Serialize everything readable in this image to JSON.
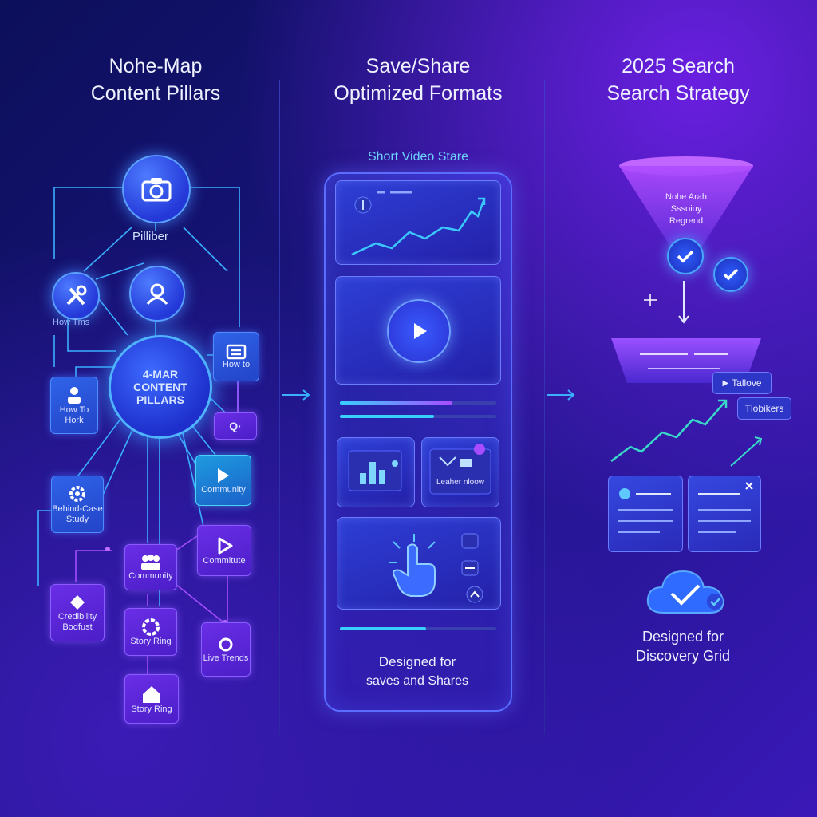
{
  "columns": [
    {
      "title_line1": "Nohe-Map",
      "title_line2": "Content Pillars"
    },
    {
      "title_line1": "Save/Share",
      "title_line2": "Optimized Formats"
    },
    {
      "title_line1": "2025 Search",
      "title_line2": "Search Strategy"
    }
  ],
  "left": {
    "top_node_label": "Pilliber",
    "tools_label": "How Tms",
    "hub_line1": "4-MAR",
    "hub_line2": "CONTENT",
    "hub_line3": "PILLARS",
    "nodes": [
      {
        "label": "How to"
      },
      {
        "label": "How To Hork"
      },
      {
        "label": "Q·"
      },
      {
        "label": "Community"
      },
      {
        "label": "Behind-Case Study"
      },
      {
        "label": "Community"
      },
      {
        "label": "Commitute"
      },
      {
        "label": "Credibility Bodfust"
      },
      {
        "label": "Story Ring"
      },
      {
        "label": "Live Trends"
      },
      {
        "label": "Story Ring"
      }
    ]
  },
  "middle": {
    "header": "Short Video Stare",
    "card_right_label": "Leaher nloow",
    "caption_line1": "Designed for",
    "caption_line2": "saves and Shares",
    "progress": [
      0.72,
      0.6,
      0.55
    ]
  },
  "right": {
    "funnel_line1": "Nohe Arah",
    "funnel_line2": "Sssoiuy",
    "funnel_line3": "Regrend",
    "tag1": "Tallove",
    "tag2": "Tlobikers",
    "caption_line1": "Designed for",
    "caption_line2": "Discovery Grid"
  },
  "colors": {
    "accent_blue": "#3ab0ff",
    "accent_purple": "#a64dff",
    "background": "#1a1580"
  },
  "icons": [
    "camera-icon",
    "user-icon",
    "tools-icon",
    "play-icon",
    "hand-pointer-icon",
    "check-icon",
    "cloud-check-icon",
    "trend-arrow-icon"
  ]
}
